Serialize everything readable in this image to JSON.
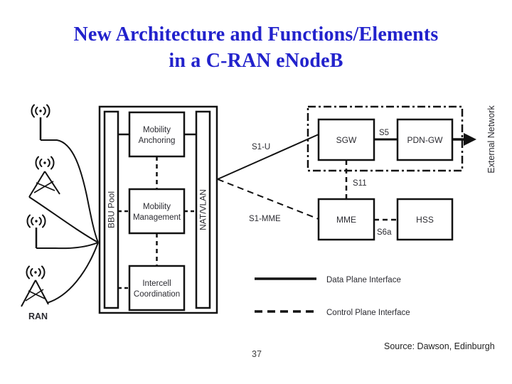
{
  "slide": {
    "title_line1": "New Architecture and Functions/Elements",
    "title_line2": "in a C-RAN eNodeB",
    "page_number": "37",
    "source": "Source: Dawson, Edinburgh"
  },
  "colors": {
    "title_blue": "#2222cc",
    "line_black": "#121212",
    "label_dark": "#2b2b31",
    "background": "#ffffff"
  },
  "diagram": {
    "ran_label": "RAN",
    "bbu_pool_label": "BBU Pool",
    "nat_vlan_label": "NAT/VLAN",
    "external_network_label": "External Network",
    "modules": [
      {
        "line1": "Mobility",
        "line2": "Anchoring"
      },
      {
        "line1": "Mobility",
        "line2": "Management"
      },
      {
        "line1": "Intercell",
        "line2": "Coordination"
      }
    ],
    "nodes": {
      "sgw": "SGW",
      "pdn_gw": "PDN-GW",
      "mme": "MME",
      "hss": "HSS"
    },
    "interfaces": {
      "s1_u": "S1-U",
      "s5": "S5",
      "s11": "S11",
      "s1_mme": "S1-MME",
      "s6a": "S6a"
    },
    "legend": {
      "data_plane": "Data Plane Interface",
      "control_plane": "Control Plane Interface"
    }
  }
}
